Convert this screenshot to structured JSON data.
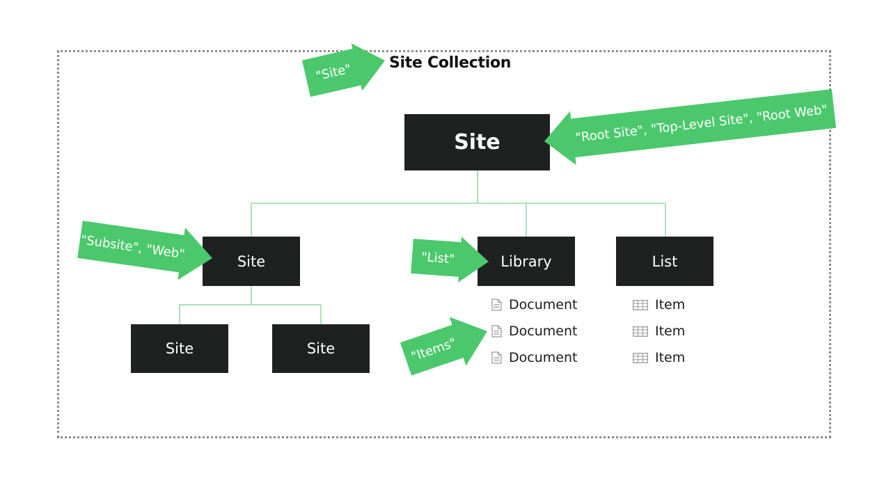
{
  "collection": {
    "title": "Site Collection"
  },
  "nodes": {
    "root": "Site",
    "subsite": "Site",
    "library": "Library",
    "list": "List",
    "child_site_1": "Site",
    "child_site_2": "Site"
  },
  "library_documents": [
    "Document",
    "Document",
    "Document"
  ],
  "list_items": [
    "Item",
    "Item",
    "Item"
  ],
  "callouts": {
    "collection": "\"Site\"",
    "root": "\"Root Site\", \"Top-Level Site\", \"Root Web\"",
    "subsite": "\"Subsite\", \"Web\"",
    "library": "\"List\"",
    "items": "\"Items\""
  },
  "colors": {
    "callout_green": "#4cc86c",
    "node_fill": "#1f2121",
    "connector_green": "#8fd9a3",
    "border_gray": "#8c8c8c",
    "icon_gray": "#9a9a9a"
  },
  "icons": {
    "document": "document-icon",
    "item": "table-item-icon"
  }
}
